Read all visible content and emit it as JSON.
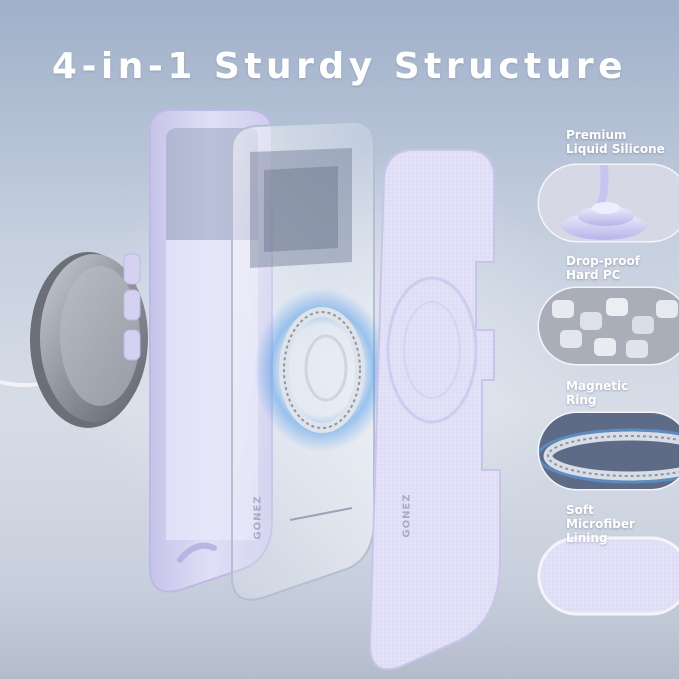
{
  "headline": "4-in-1 Sturdy Structure",
  "brand_mark": "GONEZ",
  "features": [
    {
      "line1": "Premium",
      "line2": "Liquid Silicone",
      "icon": "liquid-silicone-swirl-icon"
    },
    {
      "line1": "Drop-proof",
      "line2": "Hard PC",
      "icon": "hard-pc-pellets-icon"
    },
    {
      "line1": "Magnetic",
      "line2": "Ring",
      "icon": "magnetic-ring-icon"
    },
    {
      "line1": "Soft",
      "line2": "Microfiber Lining",
      "icon": "microfiber-fabric-icon"
    }
  ],
  "colors": {
    "case_lavender": "#d8d7f2",
    "lining": "#e2e0f7",
    "charger": "#9a9ea8",
    "magnet_glow": "#5aa0e8"
  }
}
